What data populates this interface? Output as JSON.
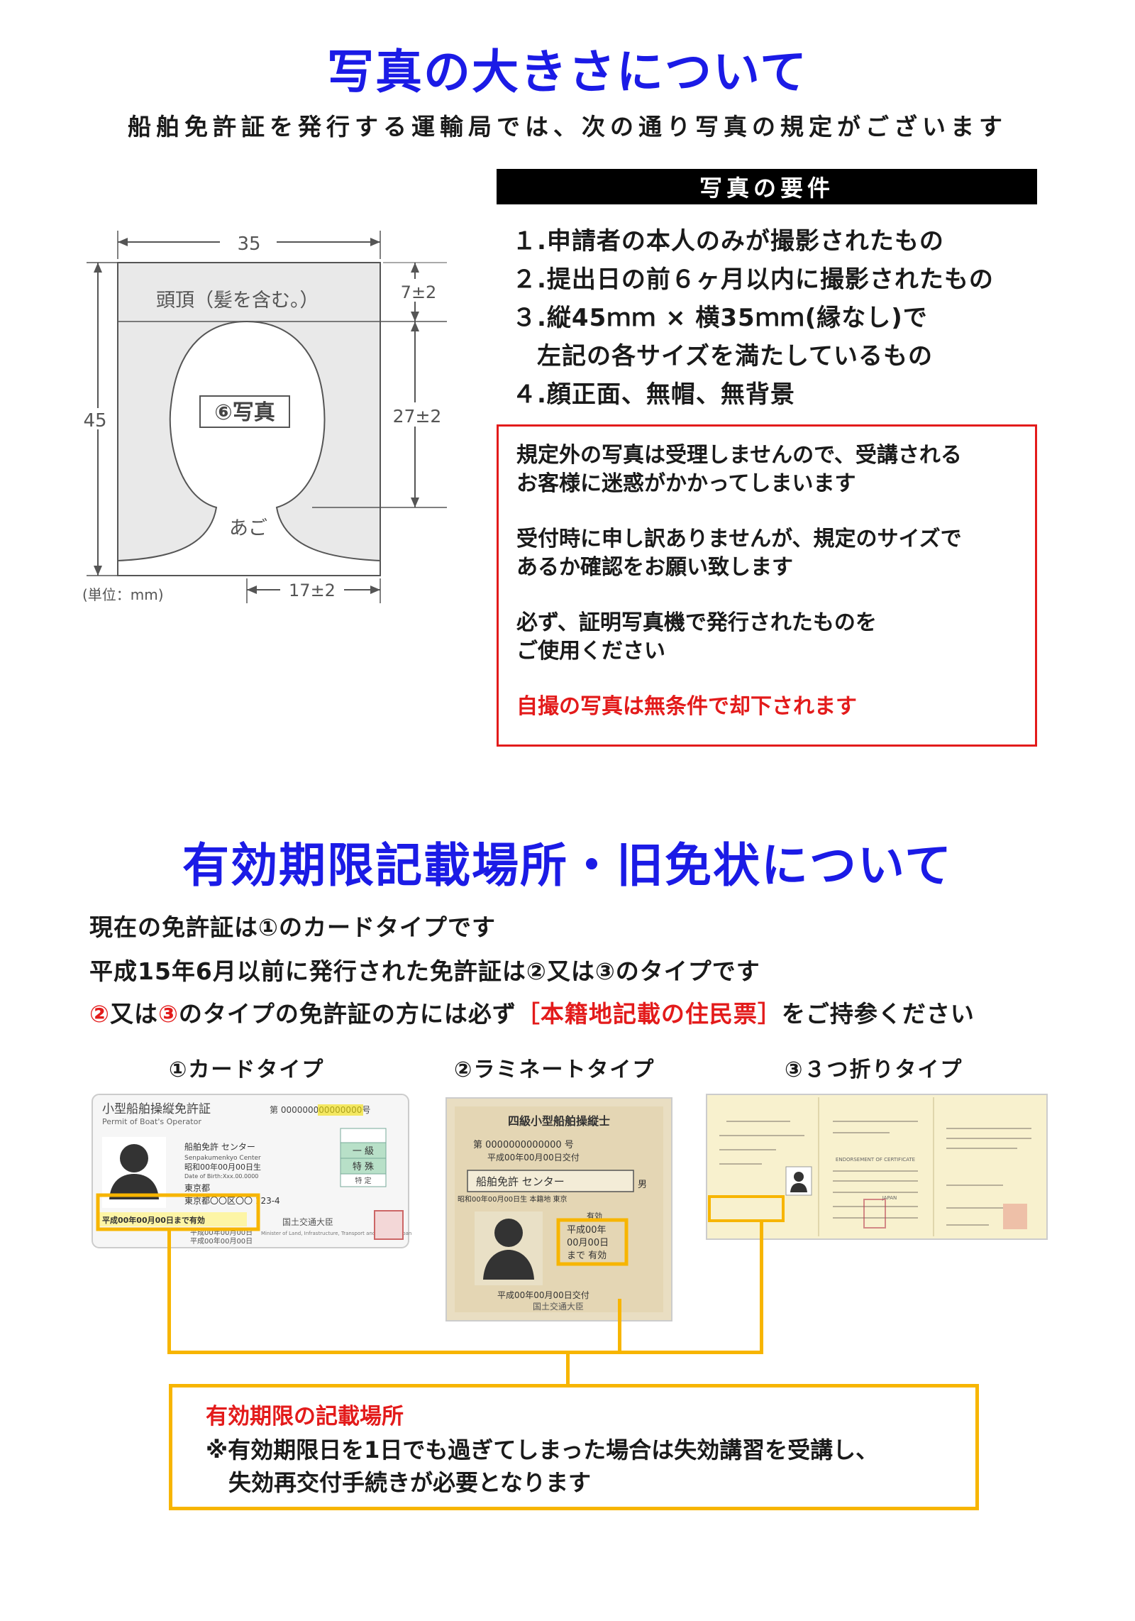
{
  "section1": {
    "title": "写真の大きさについて",
    "subtitle": "船舶免許証を発行する運輸局では、次の通り写真の規定がございます",
    "diagram": {
      "width": "35",
      "height": "45",
      "top_gap": "7±2",
      "face": "27±2",
      "chin_width": "17±2",
      "head_label": "頭頂（髪を含む。）",
      "photo_label": "⑥写真",
      "chin_label": "あご",
      "unit_label": "(単位：mm)"
    },
    "requirements": {
      "heading": "写真の要件",
      "items": [
        "１.申請者の本人のみが撮影されたもの",
        "２.提出日の前６ヶ月以内に撮影されたもの",
        "３.縦45ｍｍ × 横35ｍｍ(縁なし)で",
        "　左記の各サイズを満たしているもの",
        "４.顔正面、無帽、無背景"
      ]
    },
    "warning": {
      "lines": [
        "規定外の写真は受理しませんので、受講される",
        "お客様に迷惑がかかってしまいます",
        "受付時に申し訳ありませんが、規定のサイズで",
        "あるか確認をお願い致します",
        "必ず、証明写真機で発行されたものを",
        "ご使用ください"
      ],
      "emphasis": "自撮の写真は無条件で却下されます"
    }
  },
  "section2": {
    "title": "有効期限記載場所・旧免状について",
    "line1": "現在の免許証は①のカードタイプです",
    "line2": "平成15年6月以前に発行された免許証は②又は③のタイプです",
    "line3": {
      "a": "②",
      "b": "又は",
      "c": "③",
      "d": "のタイプの免許証の方には必ず",
      "e": "［本籍地記載の住民票］",
      "f": "をご持参ください"
    },
    "cards": [
      {
        "label": "①カードタイプ"
      },
      {
        "label": "②ラミネートタイプ"
      },
      {
        "label": "③３つ折りタイプ"
      }
    ],
    "card1": {
      "title": "小型船舶操縦免許証",
      "subtitle": "Permit of Boat's Operator",
      "number": "第 000000000000000号",
      "name": "船舶免許 センター",
      "name_en": "Senpakumenkyo Center",
      "birth": "昭和00年00月00日生",
      "birth_en": "Date of Birth:Xxx.00.0000",
      "honseki": "東京都",
      "address": "東京都〇〇区〇〇 123-4",
      "expiry": "平成00年00月00日まで有効",
      "issued1": "平成00年00月00日",
      "issued2": "平成00年00月00日",
      "grade1": "一 級",
      "grade2": "特 殊",
      "grade3": "特 定",
      "authority": "国土交通大臣",
      "authority_en": "Minister of Land, Infrastructure, Transport and Tourism Japan"
    },
    "card2": {
      "title": "四級小型船舶操縦士",
      "number": "第 0000000000000 号",
      "issued": "平成00年00月00日交付",
      "name": "船舶免許 センター",
      "gender": "男",
      "birth": "昭和00年00月00日生 本籍地 東京",
      "expiry_head": "有効",
      "expiry_l1": "平成00年",
      "expiry_l2": "00月00日",
      "expiry_l3": "まで 有効",
      "footer": "平成00年00月00日交付",
      "authority": "国土交通大臣"
    },
    "card3": {
      "heading": "ENDORSEMENT OF CERTIFICATE",
      "country": "JAPAN"
    },
    "expiry_box": {
      "title": "有効期限の記載場所",
      "line1": "※有効期限日を1日でも過ぎてしまった場合は失効講習を受講し、",
      "line2": "　失効再交付手続きが必要となります"
    }
  }
}
